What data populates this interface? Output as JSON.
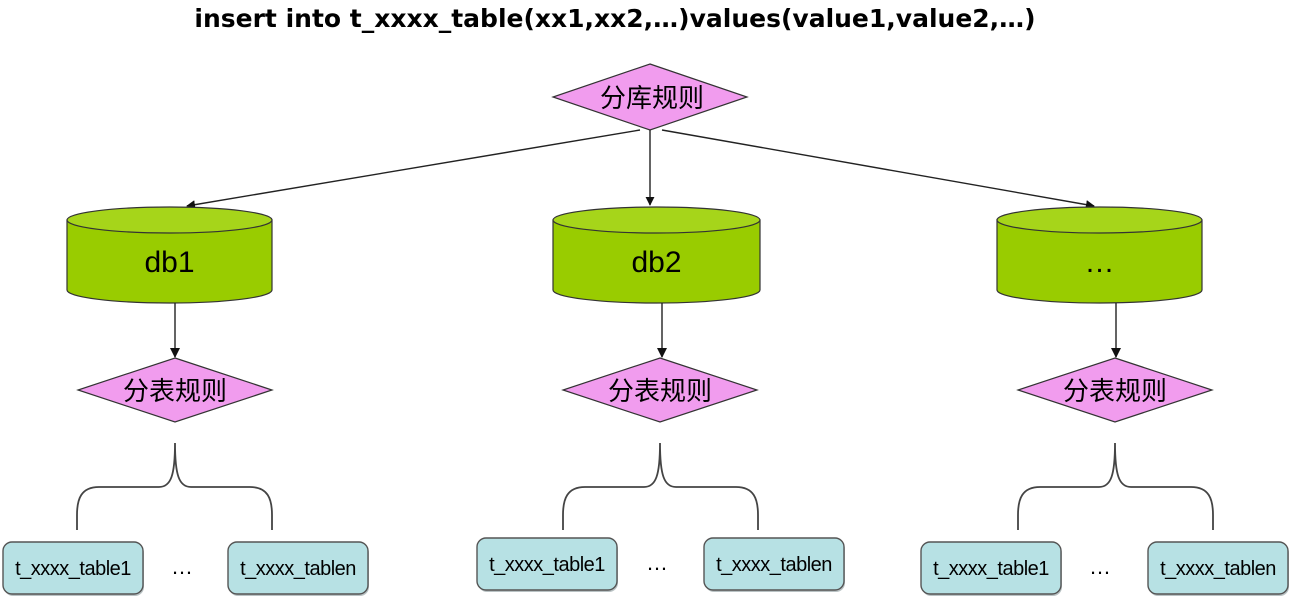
{
  "title": "insert into t_xxxx_table(xx1,xx2,…)values(value1,value2,…)",
  "colors": {
    "rule_fill": "#F19CEE",
    "db_fill": "#99CC00",
    "db_top_fill": "#A6D51A",
    "table_fill": "#B7E1E4",
    "table_stroke": "#555555",
    "stroke": "#222222"
  },
  "db_rule": {
    "label": "分库规则"
  },
  "databases": [
    {
      "label": "db1",
      "table_rule": "分表规则",
      "tables": [
        "t_xxxx_table1",
        "t_xxxx_tablen"
      ],
      "ellipsis": "…"
    },
    {
      "label": "db2",
      "table_rule": "分表规则",
      "tables": [
        "t_xxxx_table1",
        "t_xxxx_tablen"
      ],
      "ellipsis": "…"
    },
    {
      "label": "…",
      "table_rule": "分表规则",
      "tables": [
        "t_xxxx_table1",
        "t_xxxx_tablen"
      ],
      "ellipsis": "…"
    }
  ]
}
